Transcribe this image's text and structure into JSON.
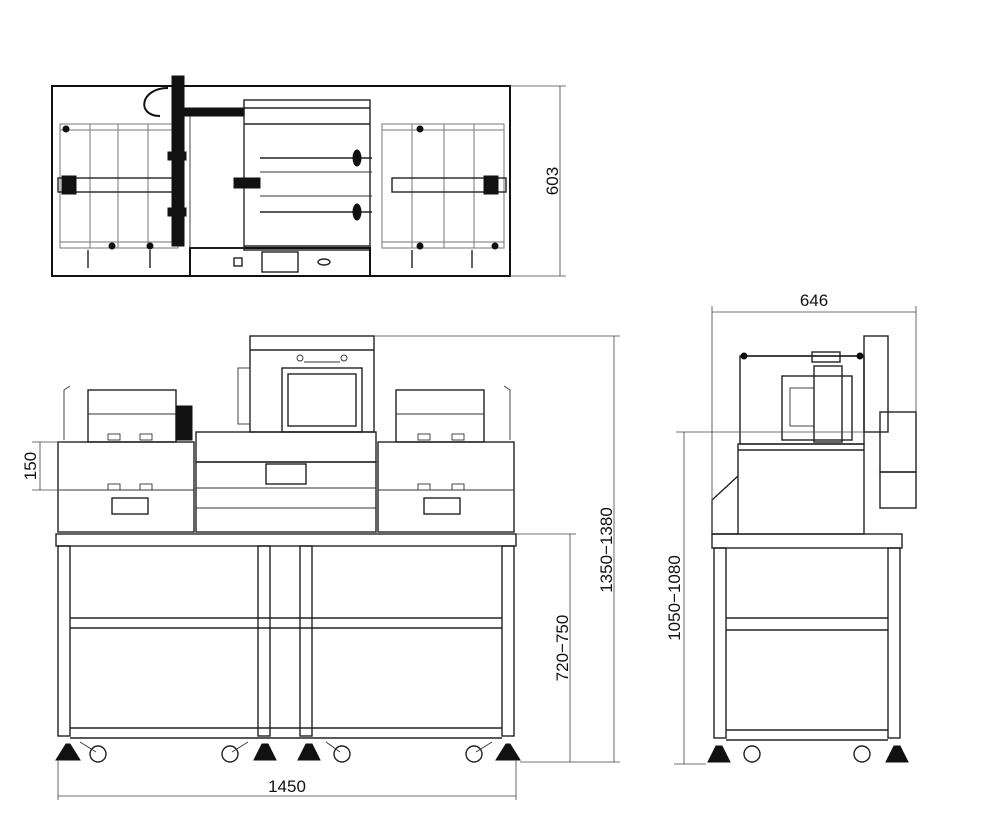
{
  "dimensions": {
    "top_depth": "603",
    "front_width": "1450",
    "front_height": "1350−1380",
    "table_height": "720−750",
    "tray_height": "150",
    "side_width": "646",
    "side_height": "1050−1080"
  }
}
